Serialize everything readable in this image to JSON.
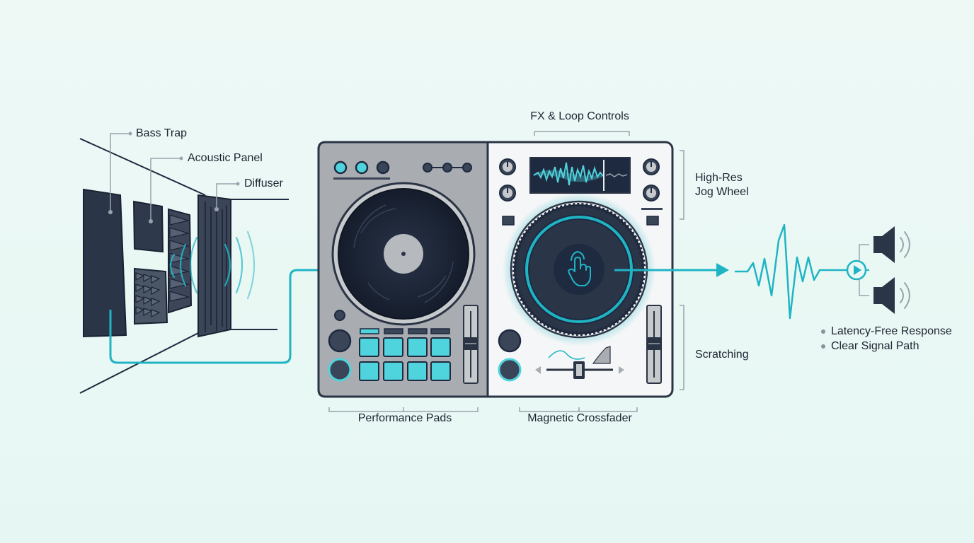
{
  "labels": {
    "bass_trap": "Bass Trap",
    "acoustic_panel": "Acoustic Panel",
    "diffuser": "Diffuser",
    "fx_loop_controls": "FX & Loop Controls",
    "high_res": "High-Res",
    "jog_wheel": "Jog Wheel",
    "scratching": "Scratching",
    "performance_pads": "Performance Pads",
    "magnetic_crossfader": "Magnetic Crossfader",
    "bullets": [
      "Latency-Free Response",
      "Clear Signal Path"
    ]
  },
  "icons": {
    "jog_touch": "touch-hand-icon",
    "play": "play-icon",
    "speaker": "speaker-icon",
    "arrow": "arrow-right-icon"
  },
  "colors": {
    "background": "#e9f8f4",
    "accent": "#1fb4c4",
    "pad": "#4fd3dc",
    "dark": "#1e2a40",
    "left_deck": "#a9adb2",
    "right_deck": "#f3f5f6",
    "outline": "#2b3444"
  }
}
